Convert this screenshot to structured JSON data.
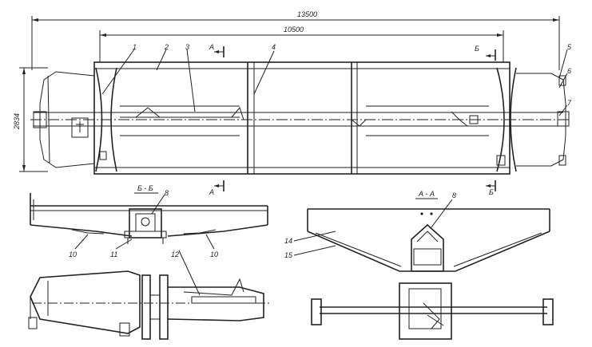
{
  "dimensions": {
    "overall_length": "13500",
    "span": "10500",
    "height": "2834"
  },
  "section_marks": {
    "a_top": "А",
    "a_bottom": "А",
    "b_top": "Б",
    "b_bottom": "Б"
  },
  "section_titles": {
    "b_b": "Б - Б",
    "a_a": "А - А"
  },
  "part_labels": {
    "p1": "1",
    "p2": "2",
    "p3": "3",
    "p4": "4",
    "p5": "5",
    "p6": "6",
    "p7": "7",
    "p8_left": "8",
    "p8_right": "8",
    "p10_left": "10",
    "p10_right": "10",
    "p11": "11",
    "p12": "12",
    "p14": "14",
    "p15": "15"
  }
}
